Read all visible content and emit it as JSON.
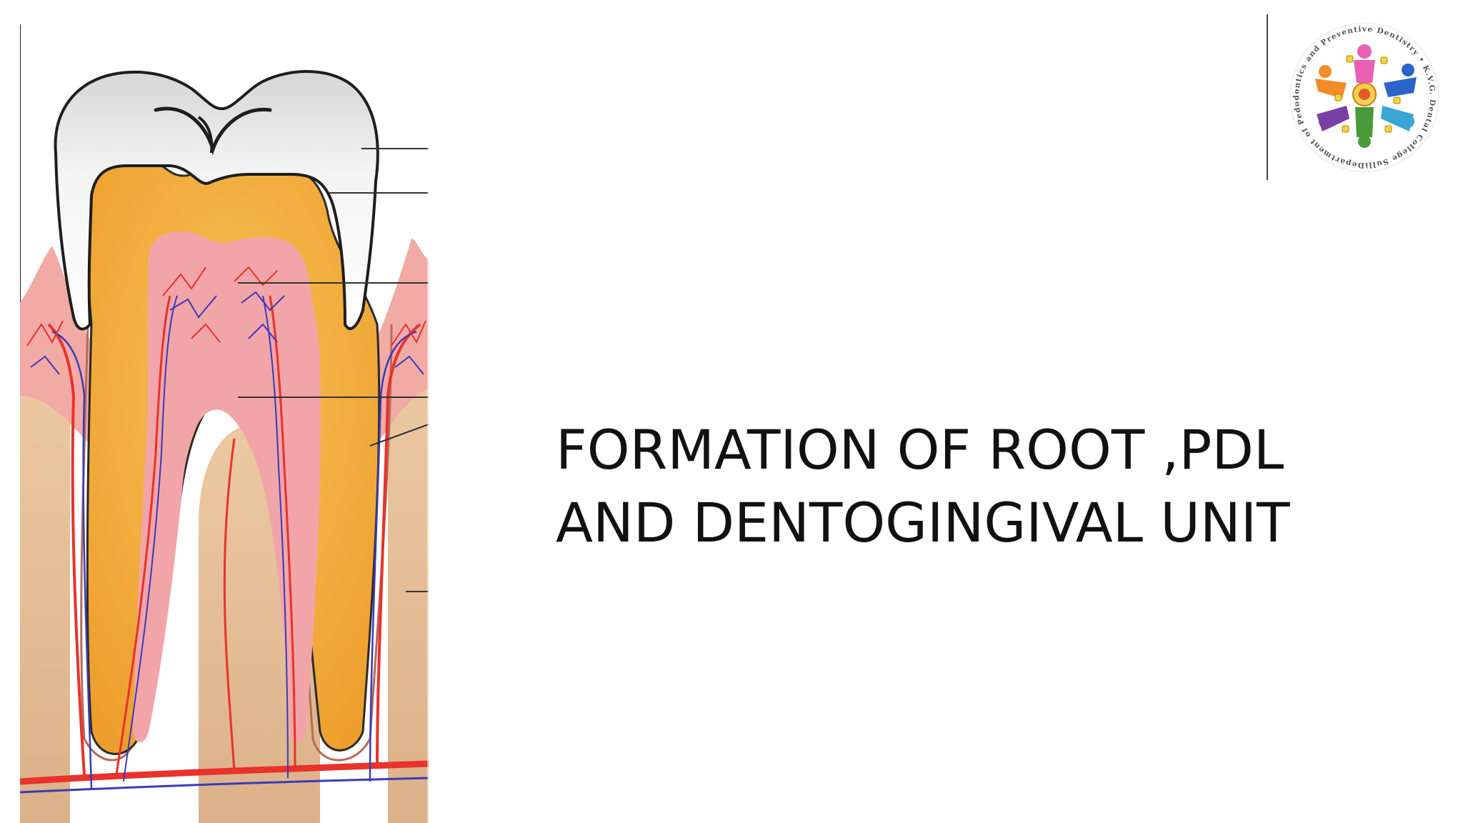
{
  "slide": {
    "title_lines": [
      "FORMATION OF ROOT ,PDL",
      "AND DENTOGINGIVAL UNIT"
    ]
  },
  "logo": {
    "ring_text": "Department of Pedodontics and Preventive Dentistry • K.V.G. Dental College Sullia",
    "figure_colors": [
      "#e85fb4",
      "#f28c28",
      "#2a63c9",
      "#7a3fa5",
      "#4a9a3a",
      "#3aa6d8"
    ]
  },
  "colors": {
    "enamel": "#f2f2f2",
    "dentin": "#f3b33d",
    "pulp": "#f2a3a3",
    "gingiva": "#f0a5a0",
    "bone": "#e9c39b",
    "artery": "#e8322b",
    "vein": "#3a3ab8"
  }
}
